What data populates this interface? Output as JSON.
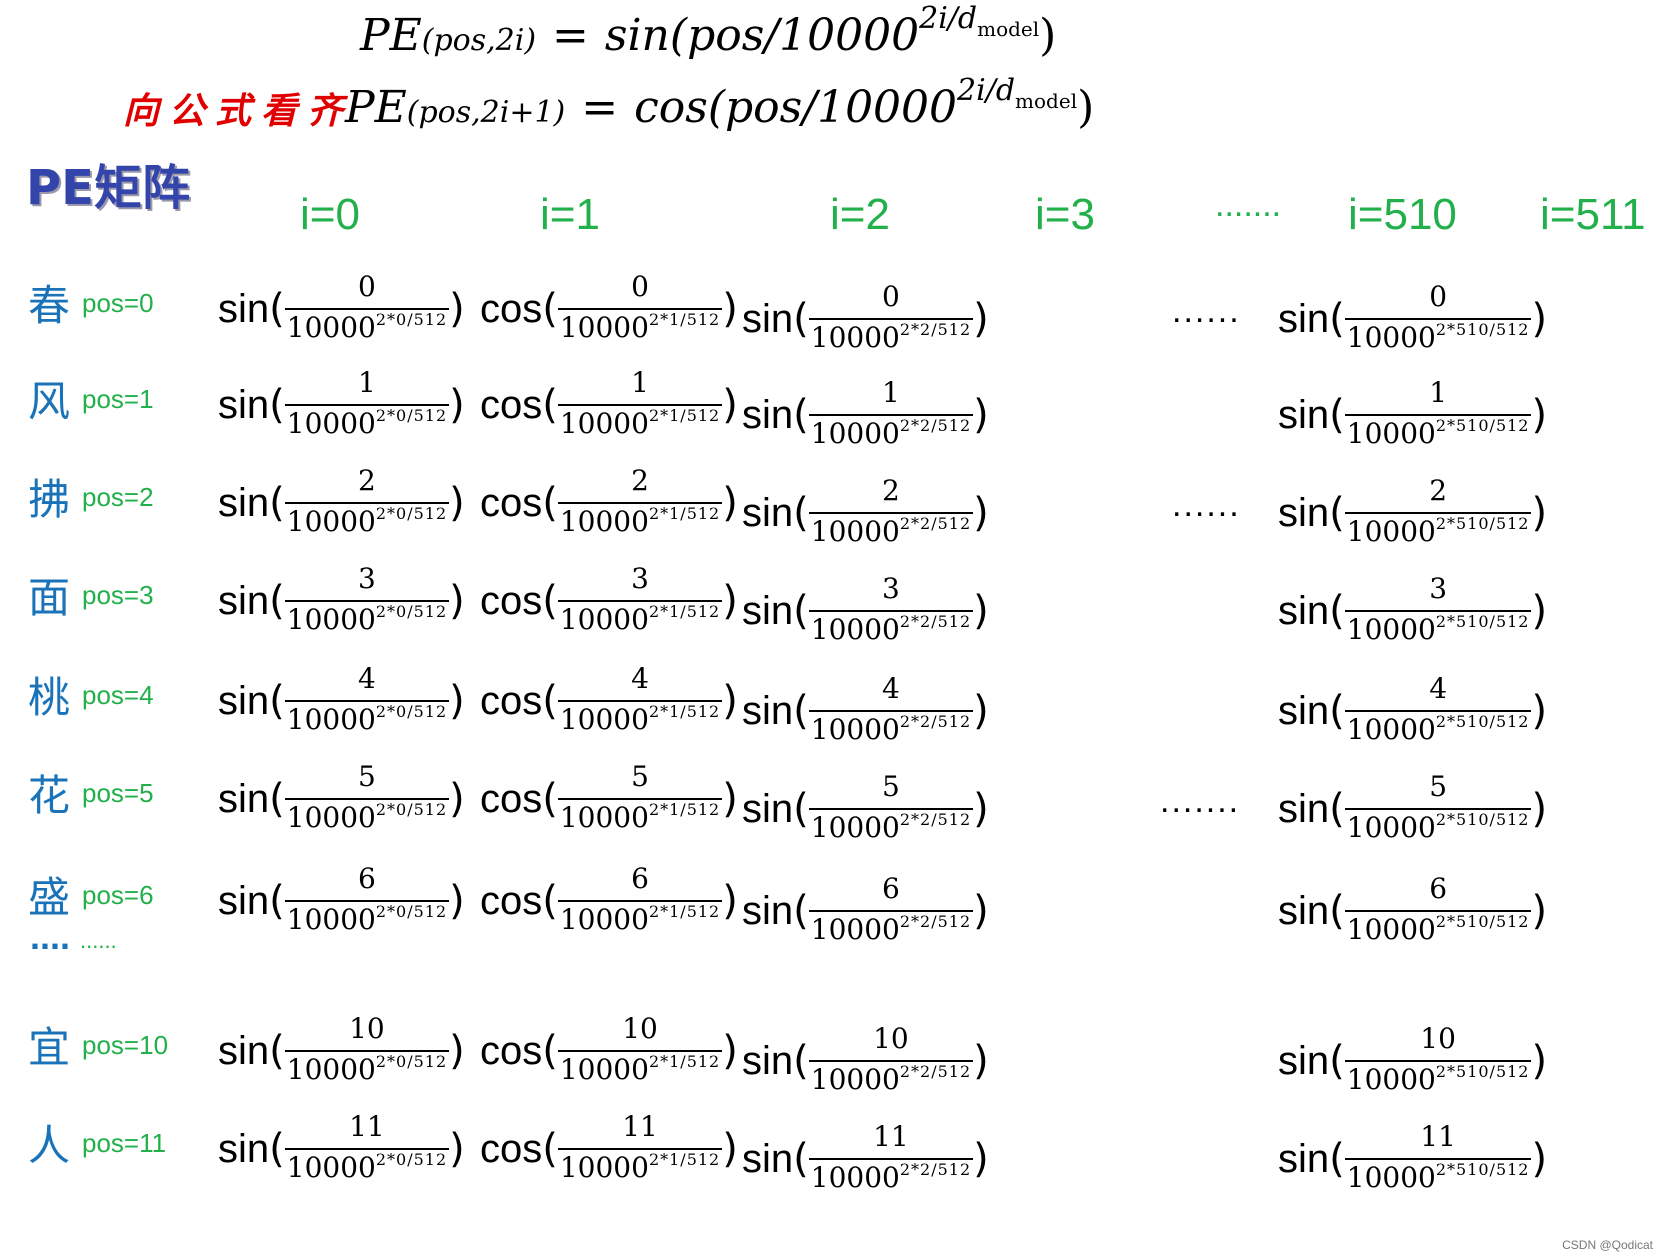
{
  "formulas": {
    "even": {
      "lhs": "PE",
      "lhs_sub": "(pos,2i)",
      "eq": "=",
      "fn": "sin",
      "arg_pre": "(pos/10000",
      "exp": "2i/d",
      "exp_sub": "model",
      "arg_post": ")"
    },
    "odd": {
      "lhs": "PE",
      "lhs_sub": "(pos,2i+1)",
      "eq": "=",
      "fn": "cos",
      "arg_pre": "(pos/10000",
      "exp": "2i/d",
      "exp_sub": "model",
      "arg_post": ")"
    }
  },
  "note": "向公式看齐",
  "matrix_title": "PE矩阵",
  "colors": {
    "green": "#21b04a",
    "blue": "#1a73b8",
    "red": "#e00000",
    "title": "#3344aa"
  },
  "i_headers": [
    "i=0",
    "i=1",
    "i=2",
    "i=3",
    ".......",
    "i=510",
    "i=511"
  ],
  "columns": [
    {
      "fn": "sin",
      "exp": "2*0/512"
    },
    {
      "fn": "cos",
      "exp": "2*1/512"
    },
    {
      "fn": "sin",
      "exp": "2*2/512"
    },
    {
      "fn": "sin",
      "exp": "2*510/512"
    }
  ],
  "rows": [
    {
      "char": "春",
      "pos": "pos=0",
      "num": "0",
      "ellipsis": "......"
    },
    {
      "char": "风",
      "pos": "pos=1",
      "num": "1",
      "ellipsis": ""
    },
    {
      "char": "拂",
      "pos": "pos=2",
      "num": "2",
      "ellipsis": "......"
    },
    {
      "char": "面",
      "pos": "pos=3",
      "num": "3",
      "ellipsis": ""
    },
    {
      "char": "桃",
      "pos": "pos=4",
      "num": "4",
      "ellipsis": ""
    },
    {
      "char": "花",
      "pos": "pos=5",
      "num": "5",
      "ellipsis": "......."
    },
    {
      "char": "盛",
      "pos": "pos=6",
      "num": "6",
      "ellipsis": ""
    },
    {
      "char": "宜",
      "pos": "pos=10",
      "num": "10",
      "ellipsis": ""
    },
    {
      "char": "人",
      "pos": "pos=11",
      "num": "11",
      "ellipsis": ""
    }
  ],
  "vertical_ellipsis_blue": "....",
  "vertical_ellipsis_green": "......",
  "denominator_base": "10000",
  "watermark": "CSDN @Qodicat"
}
